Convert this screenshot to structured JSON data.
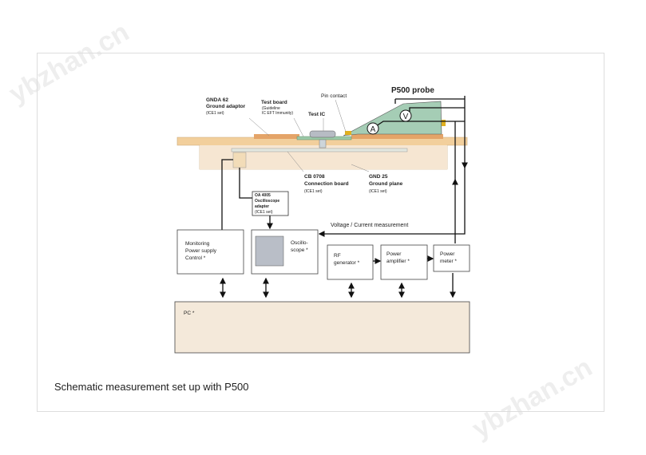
{
  "watermark": "ybzhan.cn",
  "probe_title": "P500 probe",
  "labels": {
    "pin_contact": "Pin contact",
    "gnda": [
      "GNDA 62",
      "Ground adaptor",
      "(ICE1 set)"
    ],
    "test_board": [
      "Test board",
      "(Guideline",
      "IC EFT Immunity)"
    ],
    "test_ic": "Test IC",
    "cb": [
      "CB 0708",
      "Connection board",
      "(ICE1 set)"
    ],
    "gnd": [
      "GND 25",
      "Ground plane",
      "(ICE1 set)"
    ],
    "oa": [
      "OA 4005",
      "Oscilloscope",
      "adapter",
      "(ICE1 set)"
    ],
    "meter_v": "V",
    "meter_a": "A",
    "vc_measurement": "Voltage / Current  measurement"
  },
  "boxes": {
    "monitoring": [
      "Monitoring",
      "Power supply",
      "Control *"
    ],
    "oscilloscope": [
      "Oscillo-",
      "scope *"
    ],
    "rf": [
      "RF",
      "generator *"
    ],
    "amp": [
      "Power",
      "amplifier *"
    ],
    "meter": [
      "Power",
      "meter *"
    ],
    "pc": "PC *"
  },
  "caption": "Schematic measurement set up with P500"
}
